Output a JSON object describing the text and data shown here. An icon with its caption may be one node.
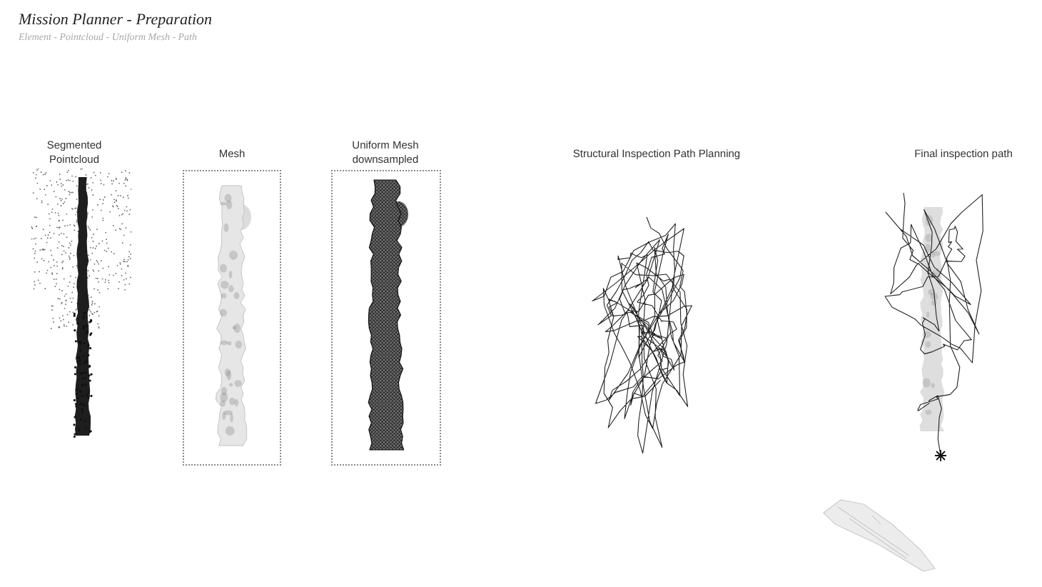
{
  "diagram": {
    "title": "Mission Planner - Preparation",
    "nodes": [
      {
        "text": [
          "Segmented Pointcloud"
        ]
      },
      {
        "text": [
          "Mesh"
        ]
      },
      {
        "text": [
          "Uniform Mesh downsampled"
        ]
      },
      {
        "text": [
          "Structural Inspection Path Planning"
        ]
      },
      {
        "text": [
          "Final inspection path"
        ]
      }
    ],
    "labels": [
      "Element - Pointcloud - Uniform Mesh - Path"
    ]
  }
}
